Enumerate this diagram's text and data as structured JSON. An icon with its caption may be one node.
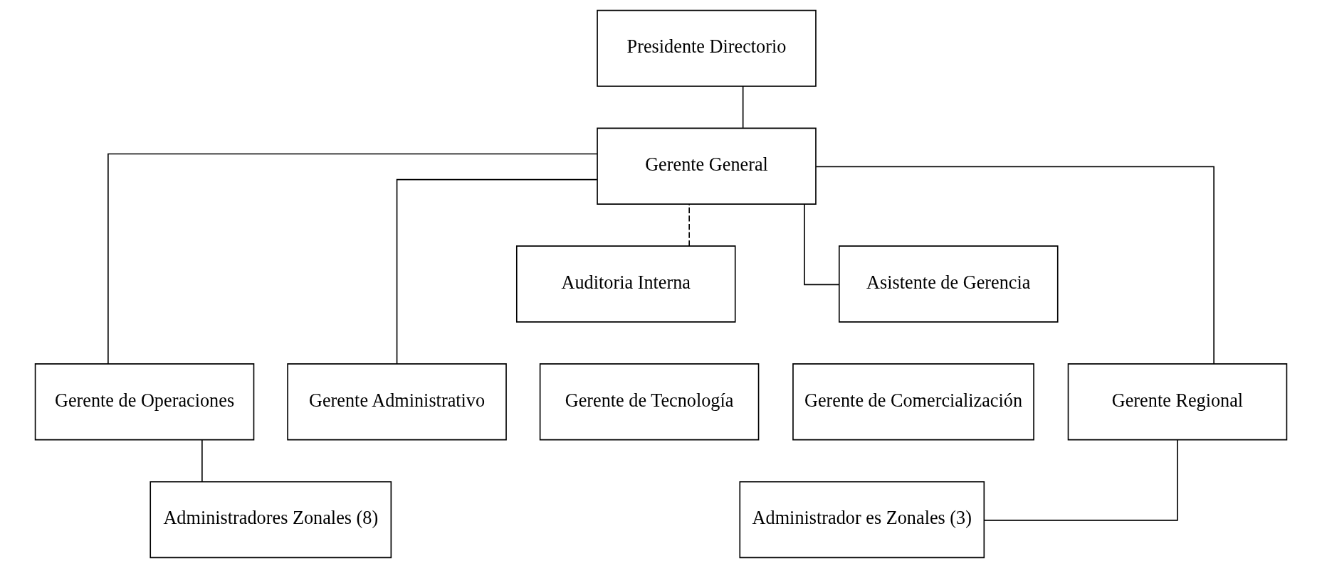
{
  "diagram": {
    "nodes": [
      {
        "text": [
          "Presidente Directorio"
        ]
      },
      {
        "text": [
          "Gerente General"
        ]
      },
      {
        "text": [
          "Auditoria Interna"
        ]
      },
      {
        "text": [
          "Asistente de Gerencia"
        ]
      },
      {
        "text": [
          "Gerente Administrativo"
        ]
      },
      {
        "text": [
          "Gerente de Comercialización"
        ]
      },
      {
        "text": [
          "Gerente de Operaciones"
        ]
      },
      {
        "text": [
          "Gerente de Tecnología"
        ]
      },
      {
        "text": [
          "Gerente Regional"
        ]
      },
      {
        "text": [
          "Administradores Zonales (8)"
        ]
      },
      {
        "text": [
          "Administrador es Zonales (3)"
        ]
      }
    ],
    "edges": [
      {
        "from": 0,
        "to": 1,
        "arrow": "none"
      },
      {
        "from": 1,
        "to": 3,
        "arrow": "none"
      },
      {
        "from": 2,
        "to": 1,
        "arrow": "none",
        "style": "dashed"
      },
      {
        "from": 1,
        "to": 4,
        "arrow": "none"
      },
      {
        "from": 1,
        "to": 6,
        "arrow": "none"
      },
      {
        "from": 1,
        "to": 8,
        "arrow": "none"
      },
      {
        "from": 6,
        "to": 9,
        "arrow": "none"
      },
      {
        "from": 8,
        "to": 10,
        "arrow": "none"
      }
    ]
  }
}
